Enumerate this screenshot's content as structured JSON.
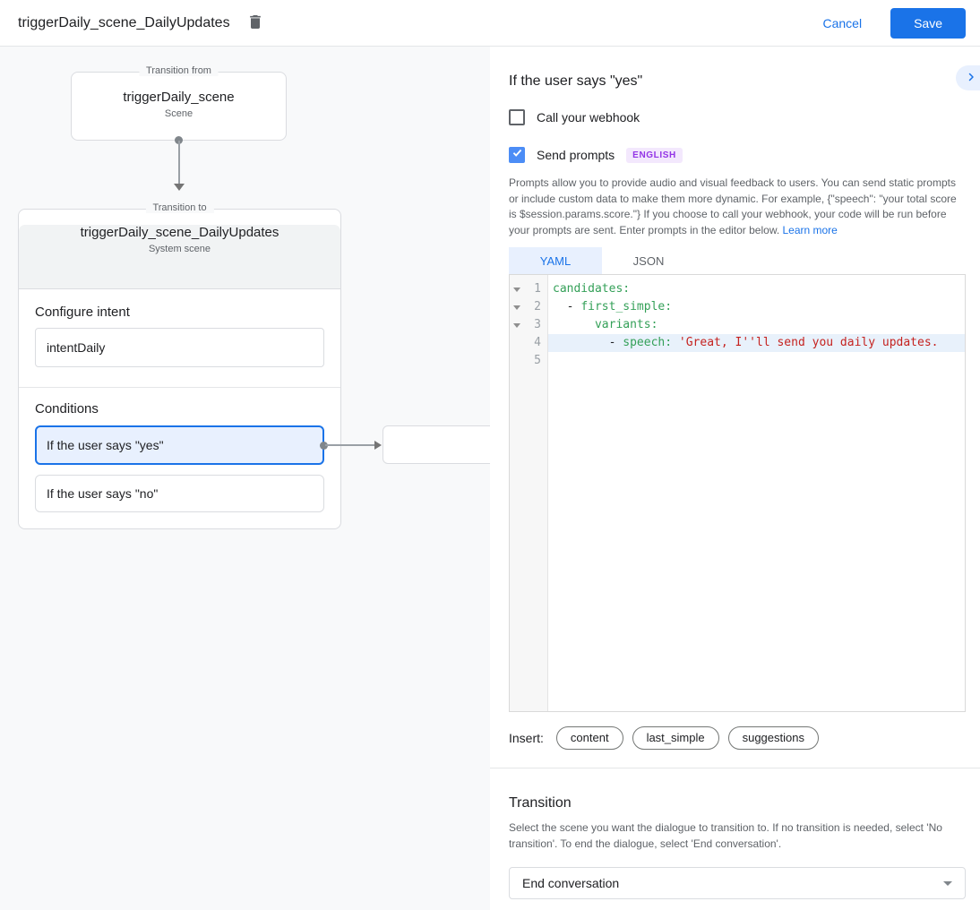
{
  "header": {
    "title": "triggerDaily_scene_DailyUpdates",
    "cancel_label": "Cancel",
    "save_label": "Save"
  },
  "canvas": {
    "from_box": {
      "legend": "Transition from",
      "title": "triggerDaily_scene",
      "subtitle": "Scene"
    },
    "to_box": {
      "legend": "Transition to",
      "title": "triggerDaily_scene_DailyUpdates",
      "subtitle": "System scene",
      "configure_intent_label": "Configure intent",
      "intent_value": "intentDaily",
      "conditions_label": "Conditions",
      "conditions": [
        {
          "label": "If the user says \"yes\"",
          "selected": true
        },
        {
          "label": "If the user says \"no\"",
          "selected": false
        }
      ]
    }
  },
  "panel": {
    "title": "If the user says \"yes\"",
    "webhook_checkbox": {
      "label": "Call your webhook",
      "checked": false
    },
    "prompts_checkbox": {
      "label": "Send prompts",
      "checked": true,
      "badge": "ENGLISH"
    },
    "description": "Prompts allow you to provide audio and visual feedback to users. You can send static prompts or include custom data to make them more dynamic. For example, {\"speech\": \"your total score is $session.params.score.\"} If you choose to call your webhook, your code will be run before your prompts are sent. Enter prompts in the editor below. ",
    "learn_more_label": "Learn more",
    "tabs": [
      {
        "label": "YAML",
        "active": true
      },
      {
        "label": "JSON",
        "active": false
      }
    ],
    "editor": {
      "nums": [
        "1",
        "2",
        "3",
        "4",
        "5"
      ],
      "line1": {
        "key": "candidates:"
      },
      "line2": {
        "plain": "  - ",
        "key": "first_simple:"
      },
      "line3": {
        "plain": "      ",
        "key": "variants:"
      },
      "line4": {
        "plain": "        - ",
        "key": "speech:",
        "str": " 'Great, I''ll send you daily updates."
      }
    },
    "insert": {
      "label": "Insert:",
      "chips": [
        "content",
        "last_simple",
        "suggestions"
      ]
    },
    "transition": {
      "title": "Transition",
      "description": "Select the scene you want the dialogue to transition to. If no transition is needed, select 'No transition'. To end the dialogue, select 'End conversation'.",
      "dropdown_value": "End conversation"
    }
  },
  "colors": {
    "accent_blue": "#1a73e8",
    "selected_condition_bg": "#e8f0fe",
    "badge_bg": "#f3e8fd",
    "badge_text": "#9334e6",
    "code_key_green": "#34a058",
    "code_string_red": "#c5221f",
    "highlight_line_bg": "#e8f1fb"
  },
  "icons": {
    "trash": "trash-icon",
    "collapse": "chevron-right-icon",
    "dropdown": "chevron-down-icon",
    "fold": "fold-arrow-icon"
  }
}
